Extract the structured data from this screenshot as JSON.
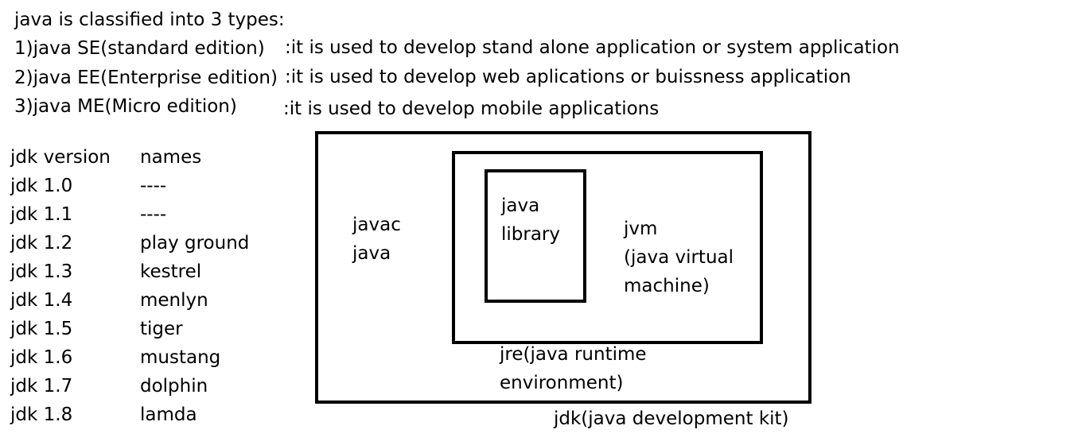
{
  "intro": {
    "heading": "java is classified into 3 types:",
    "types": [
      {
        "name": "1)java SE(standard edition)",
        "desc": ":it is used to develop stand alone application or system application"
      },
      {
        "name": "2)java EE(Enterprise edition)",
        "desc": ":it is used to develop web aplications or buissness application"
      },
      {
        "name": "3)java ME(Micro edition)",
        "desc": ":it is used to develop mobile applications"
      }
    ]
  },
  "versions": {
    "header": {
      "version": "jdk version",
      "name": "names"
    },
    "rows": [
      {
        "version": "jdk 1.0",
        "name": "----"
      },
      {
        "version": "jdk 1.1",
        "name": "----"
      },
      {
        "version": "jdk 1.2",
        "name": "play ground"
      },
      {
        "version": "jdk 1.3",
        "name": "kestrel"
      },
      {
        "version": "jdk 1.4",
        "name": "menlyn"
      },
      {
        "version": "jdk 1.5",
        "name": "tiger"
      },
      {
        "version": "jdk 1.6",
        "name": "mustang"
      },
      {
        "version": "jdk 1.7",
        "name": "dolphin"
      },
      {
        "version": "jdk 1.8",
        "name": "lamda"
      }
    ]
  },
  "diagram": {
    "jdk_tools": [
      "javac",
      "java"
    ],
    "library": [
      "java",
      "library"
    ],
    "jvm": [
      "jvm",
      "(java virtual",
      "machine)"
    ],
    "jre": [
      "jre(java runtime",
      "environment)"
    ],
    "jdk": "jdk(java development kit)"
  }
}
